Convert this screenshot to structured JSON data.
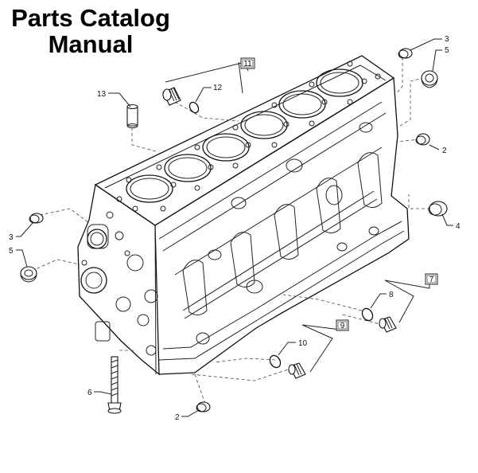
{
  "title": {
    "line1": "Parts Catalog",
    "line2": "Manual"
  },
  "callouts": {
    "c2a": "2",
    "c2b": "2",
    "c3a": "3",
    "c3b": "3",
    "c4": "4",
    "c5a": "5",
    "c5b": "5",
    "c6": "6",
    "c8": "8",
    "c10": "10",
    "c12": "12",
    "c13": "13"
  },
  "group_boxes": {
    "b7": "7",
    "b9": "9",
    "b11": "11"
  }
}
